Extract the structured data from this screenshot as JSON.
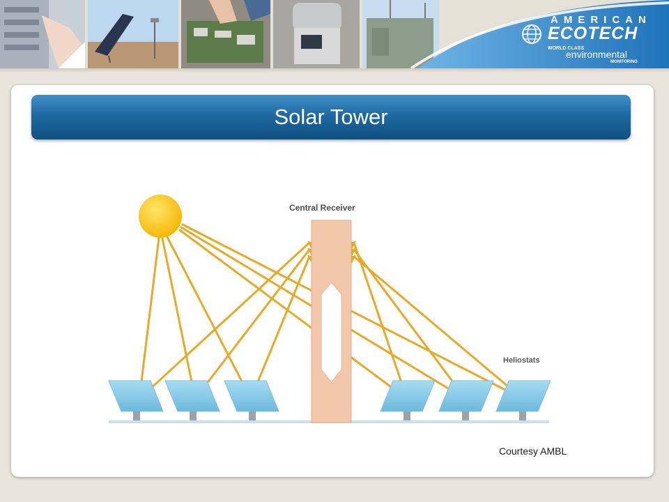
{
  "slide": {
    "title": "Solar Tower",
    "credit": "Courtesy  AMBL"
  },
  "diagram": {
    "receiver_label": "Central Receiver",
    "heliostats_label": "Heliostats",
    "colors": {
      "sun": "#ffc107",
      "ray": "#e8a924",
      "tower": "#f3c7a9",
      "mirror": "#86cbe8",
      "ground": "#c9e0ec"
    }
  },
  "brand": {
    "top": "AMERICAN",
    "main": "ECOTECH",
    "sub1": "WORLD CLASS",
    "sub2": "environmental",
    "sub3": "MONITORING"
  }
}
